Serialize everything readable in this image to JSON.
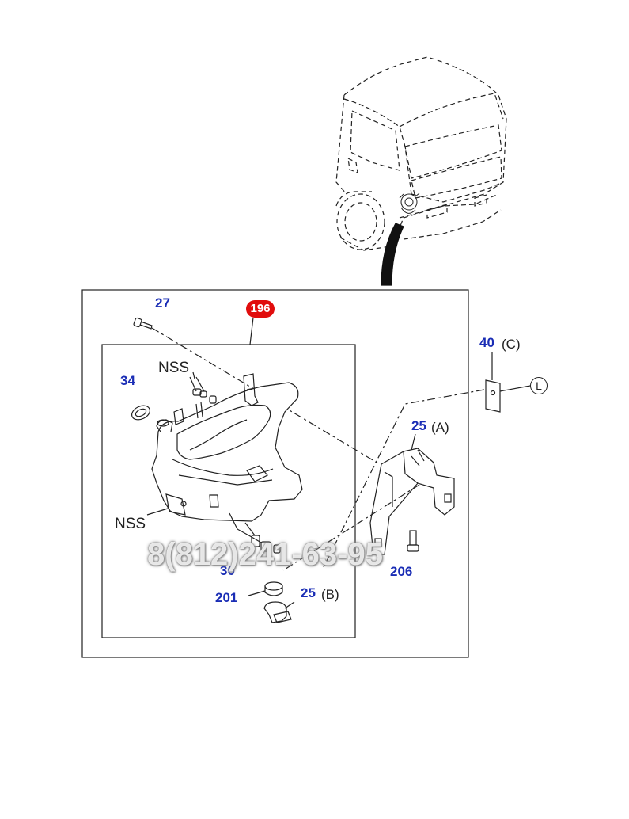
{
  "callouts": {
    "c27": "27",
    "c196": "196",
    "c34": "34",
    "c40": "40",
    "c25a": "25",
    "c30": "30",
    "c206": "206",
    "c201": "201",
    "c25b": "25"
  },
  "letters": {
    "C": "(C)",
    "A": "(A)",
    "B": "(B)",
    "L": "L"
  },
  "nss": {
    "top": "NSS",
    "left": "NSS"
  },
  "watermark": "8(812)241-63-95",
  "colors": {
    "callout": "#1a2db5",
    "badge": "#e10d0d",
    "line": "#222222"
  }
}
